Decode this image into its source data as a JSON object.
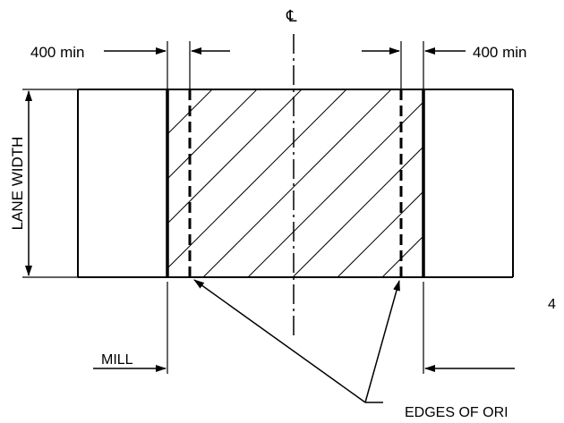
{
  "diagram": {
    "centerline_symbol": "℄",
    "left_dimension": "400 min",
    "right_dimension": "400 min",
    "lane_width_label": "LANE WIDTH",
    "mill_label": "MILL",
    "edges_label": "EDGES OF ORI",
    "cut_right_label": "4"
  }
}
